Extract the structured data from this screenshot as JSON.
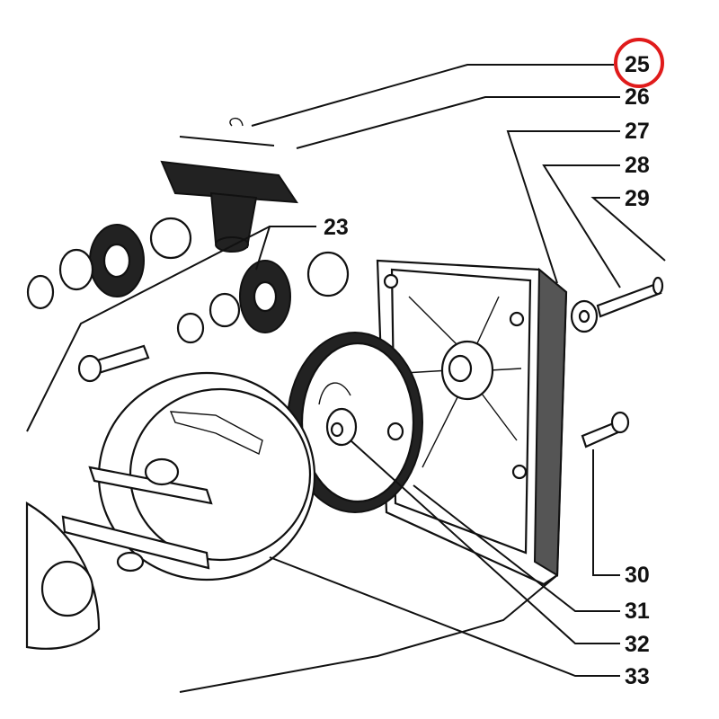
{
  "callouts": [
    {
      "id": "25",
      "label": "25",
      "highlighted": true
    },
    {
      "id": "26",
      "label": "26"
    },
    {
      "id": "27",
      "label": "27"
    },
    {
      "id": "28",
      "label": "28"
    },
    {
      "id": "29",
      "label": "29"
    },
    {
      "id": "23",
      "label": "23"
    },
    {
      "id": "30",
      "label": "30"
    },
    {
      "id": "31",
      "label": "31"
    },
    {
      "id": "32",
      "label": "32"
    },
    {
      "id": "33",
      "label": "33"
    }
  ],
  "colors": {
    "ink": "#111111",
    "highlight_circle": "#e01b1b",
    "background": "#ffffff"
  }
}
